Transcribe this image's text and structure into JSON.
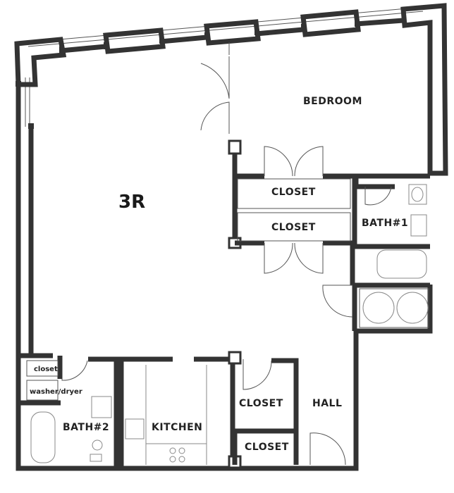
{
  "unit_label": "3R",
  "rooms": {
    "bedroom": "BEDROOM",
    "closet_upper": "CLOSET",
    "closet_lower": "CLOSET",
    "bath1": "BATH#1",
    "bath2": "BATH#2",
    "kitchen": "KITCHEN",
    "closet_kitchen": "CLOSET",
    "closet_hall": "CLOSET",
    "hall": "HALL",
    "closet_small": "closet",
    "washer_dryer": "washer/dryer"
  }
}
